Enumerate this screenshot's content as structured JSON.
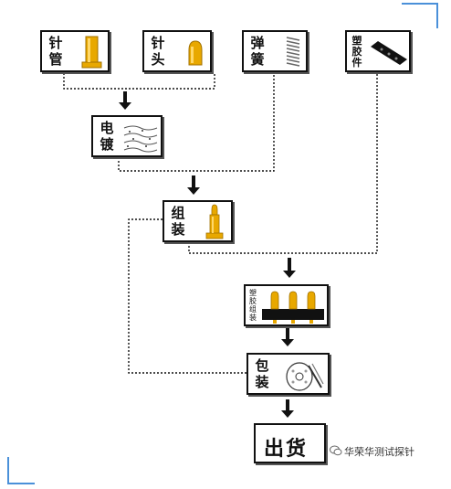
{
  "nodes": {
    "pin_tube": "针管",
    "pin_head": "针头",
    "spring": "弹簧",
    "plastic_part": "塑胶件",
    "plating": "电镀",
    "assembly": "组装",
    "plastic_assembly": "塑胶组装",
    "packaging": "包装",
    "shipment": "出货"
  },
  "watermark": "华荣华测试探针",
  "colors": {
    "frame": "#4a90d9",
    "gold": "#e8a800",
    "line": "#111111"
  }
}
